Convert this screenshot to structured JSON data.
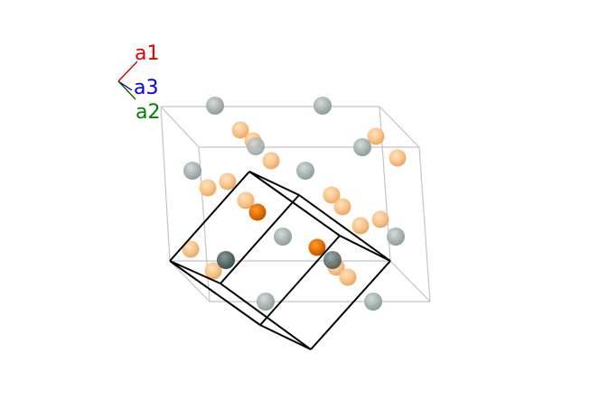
{
  "axes": {
    "labels": [
      {
        "id": "a1",
        "text": "a1",
        "color": "#e00000"
      },
      {
        "id": "a3",
        "text": "a3",
        "color": "#0000ee"
      },
      {
        "id": "a2",
        "text": "a2",
        "color": "#008000"
      }
    ]
  },
  "colors": {
    "cell_outline": "#c0c0c0",
    "primitive_cell": "#000000",
    "species_light_orange": "#f9c48a",
    "species_gray": "#a7b3b3",
    "species_orange": "#e66f00",
    "species_dark_gray": "#5a6c6c"
  },
  "atom_species": [
    "light-orange",
    "gray",
    "orange",
    "dark-gray"
  ]
}
